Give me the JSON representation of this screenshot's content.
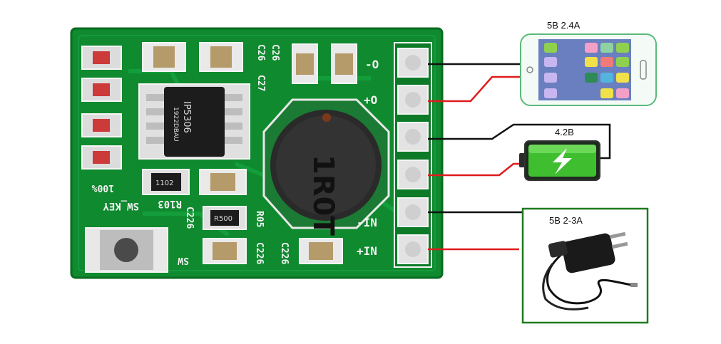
{
  "phone": {
    "label": "5В 2.4А"
  },
  "battery": {
    "label": "4.2В"
  },
  "charger": {
    "label": "5В 2-3А"
  },
  "board": {
    "pins": [
      "-O",
      "+O",
      "",
      "",
      "-IN",
      "+IN"
    ],
    "silkscreen": {
      "c_top1": "C26",
      "c_top2": "C26",
      "c_top3": "C27",
      "chip": "IP5306",
      "chip_code": "1922DBAU",
      "r_1102": "1102",
      "r103": "R103",
      "c226_left": "C226",
      "r500": "R500",
      "r05": "R05",
      "c226_a": "C226",
      "c226_b": "C226",
      "sw_key": "SW_KEY",
      "hundred": "100%",
      "sw": "SW",
      "inductor": "1R0T"
    }
  },
  "colors": {
    "pcb": "#0f8a2e",
    "wire_red": "#e01b1b",
    "wire_black": "#111111",
    "frame_green": "#1f7a1f"
  }
}
